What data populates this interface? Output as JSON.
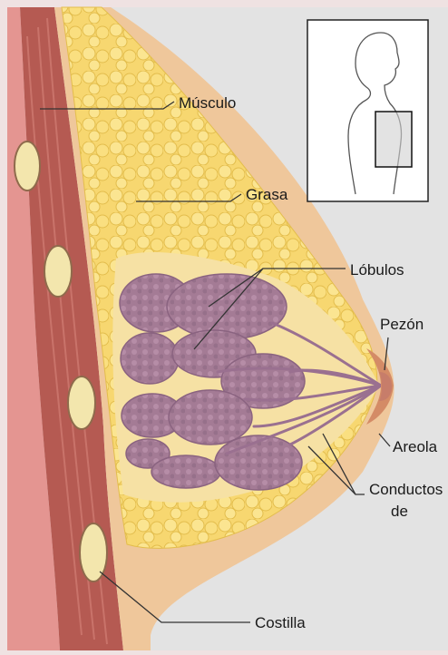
{
  "labels": {
    "musculo": "Músculo",
    "grasa": "Grasa",
    "lobulos": "Lóbulos",
    "pezon": "Pezón",
    "areola": "Areola",
    "conductos": "Conductos",
    "de": "de",
    "costilla": "Costilla"
  },
  "colors": {
    "background": "#e3e3e3",
    "frame": "#efe2e2",
    "skin": "#efc79b",
    "muscle": "#b55a52",
    "chest": "#e49591",
    "fat": "#f7d770",
    "lobule": "#a47b95",
    "rib": "#f3e6ad",
    "leader": "#333333"
  },
  "icons": [
    "woman-silhouette-icon"
  ]
}
